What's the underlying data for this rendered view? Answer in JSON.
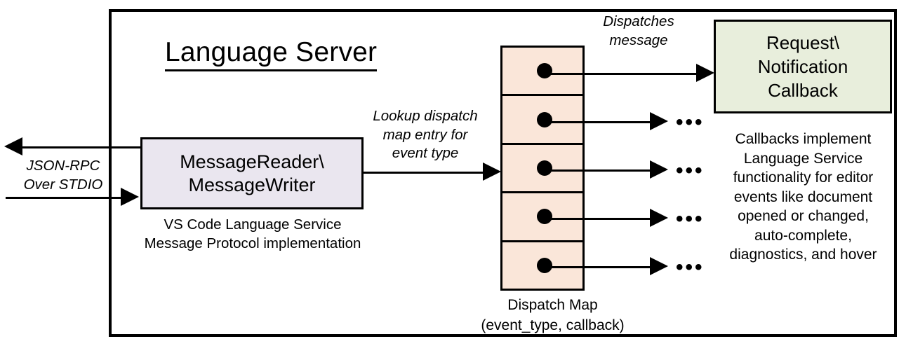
{
  "diagram": {
    "frame_title": "Language Server",
    "colors": {
      "message_box_fill": "#EAE6EF",
      "dispatch_map_fill": "#FAE6D9",
      "callback_box_fill": "#E8EEDC",
      "stroke": "#000000",
      "background": "#FFFFFF"
    },
    "message_box": {
      "title": "MessageReader\\\nMessageWriter",
      "caption": "VS Code Language Service\nMessage Protocol implementation"
    },
    "callback_box": {
      "title": "Request\\\nNotification\nCallback",
      "description": "Callbacks implement\nLanguage Service\nfunctionality for editor\nevents like document\nopened or changed,\nauto-complete,\ndiagnostics, and hover"
    },
    "dispatch_map": {
      "caption": "Dispatch Map\n(event_type, callback)",
      "row_count": 5,
      "rows": [
        {
          "index": 1,
          "has_dot": true,
          "outflow": "callback-box"
        },
        {
          "index": 2,
          "has_dot": true,
          "outflow": "ellipsis"
        },
        {
          "index": 3,
          "has_dot": true,
          "outflow": "ellipsis"
        },
        {
          "index": 4,
          "has_dot": true,
          "outflow": "ellipsis"
        },
        {
          "index": 5,
          "has_dot": true,
          "outflow": "ellipsis"
        }
      ],
      "ellipsis_glyph": "•••"
    },
    "flows": {
      "jsonrpc_label": "JSON-RPC\nOver STDIO",
      "lookup_label": "Lookup dispatch\nmap entry for\nevent type",
      "dispatches_label": "Dispatches\nmessage"
    }
  }
}
